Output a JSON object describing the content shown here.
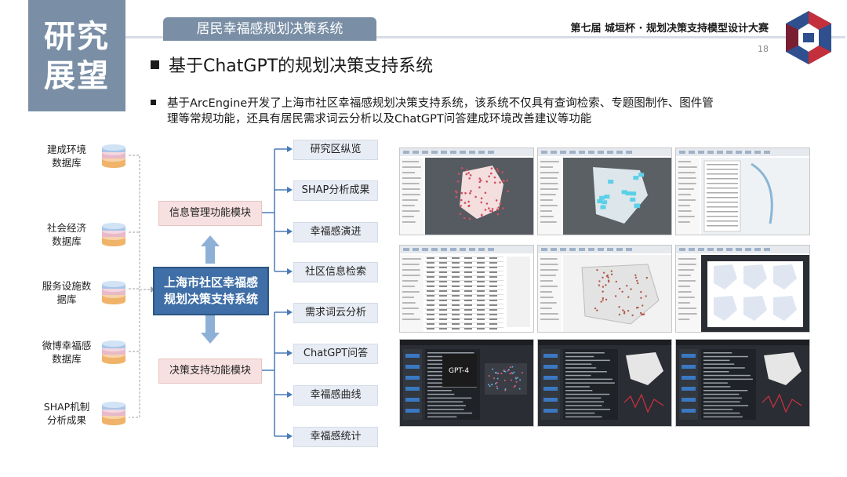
{
  "header": {
    "corner_line1": "研究",
    "corner_line2": "展望",
    "system_title": "居民幸福感规划决策系统",
    "contest": "第七届 城垣杯 · 规划决策支持模型设计大赛",
    "page_number": "18"
  },
  "headline": "基于ChatGPT的规划决策支持系统",
  "description": {
    "line1": "基于ArcEngine开发了上海市社区幸福感规划决策支持系统，该系统不仅具有查询检索、专题图制作、图件管",
    "line2": "理等常规功能，还具有居民需求词云分析以及ChatGPT问答建成环境改善建议等功能"
  },
  "databases": [
    {
      "l1": "建成环境",
      "l2": "数据库"
    },
    {
      "l1": "社会经济",
      "l2": "数据库"
    },
    {
      "l1": "服务设施数",
      "l2": "据库"
    },
    {
      "l1": "微博幸福感",
      "l2": "数据库"
    },
    {
      "l1": "SHAP机制",
      "l2": "分析成果"
    }
  ],
  "center": {
    "l1": "上海市社区幸福感",
    "l2": "规划决策支持系统"
  },
  "modules": {
    "info": "信息管理功能模块",
    "decision": "决策支持功能模块"
  },
  "functions": [
    "研究区纵览",
    "SHAP分析成果",
    "幸福感演进",
    "社区信息检索",
    "需求词云分析",
    "ChatGPT问答",
    "幸福感曲线",
    "幸福感统计"
  ],
  "colors": {
    "corner": "#7a8fa6",
    "center_box": "#3f6fa6",
    "module_box": "#f7e0e0",
    "function_box": "#e8ecf4",
    "connector": "#4a7ab5",
    "arrow": "#8fb0d6"
  }
}
